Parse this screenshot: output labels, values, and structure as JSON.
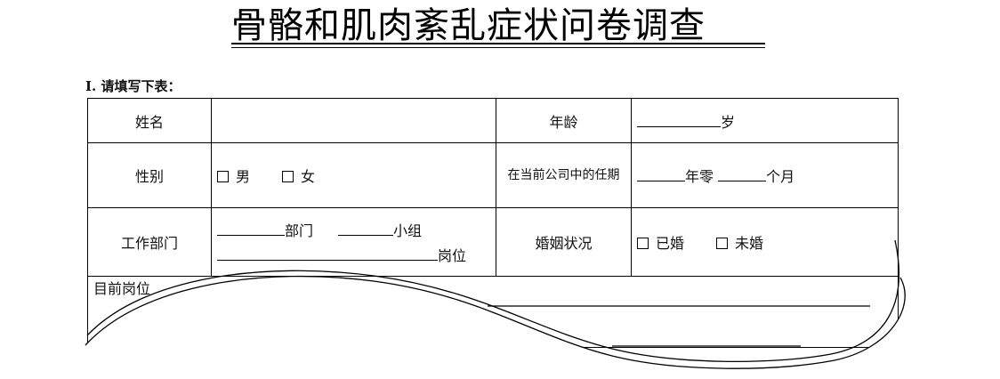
{
  "title": "骨骼和肌肉紊乱症状问卷调查",
  "section": {
    "number": "I.",
    "label": "请填写下表："
  },
  "fields": {
    "name_label": "姓名",
    "age_label": "年龄",
    "age_unit": "岁",
    "gender_label": "性别",
    "gender_options": [
      "男",
      "女"
    ],
    "tenure_label": "在当前公司中的任期",
    "tenure_year_unit": "年零",
    "tenure_month_unit": "个月",
    "dept_label": "工作部门",
    "dept_unit": "部门",
    "group_unit": "小组",
    "post_unit": "岗位",
    "marital_label": "婚姻状况",
    "marital_options": [
      "已婚",
      "未婚"
    ],
    "current_post_label": "目前岗位"
  }
}
